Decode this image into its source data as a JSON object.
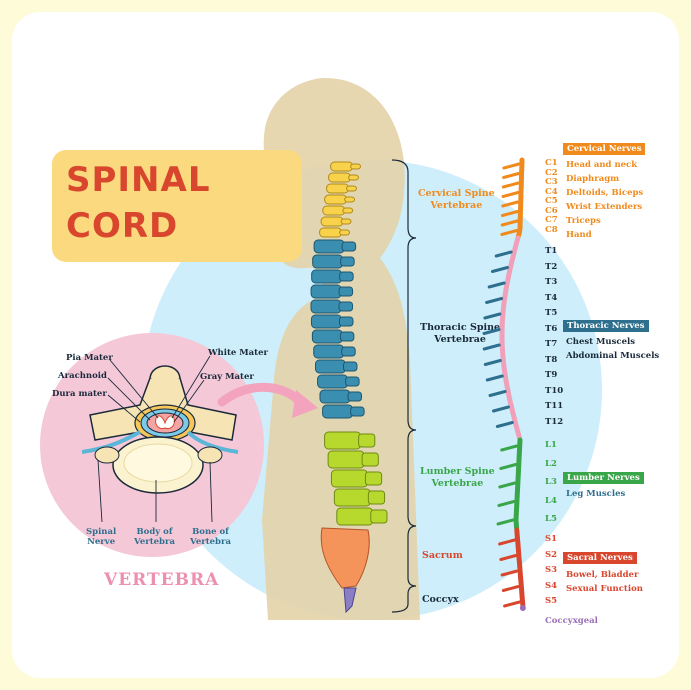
{
  "title": {
    "line1": "SPINAL",
    "line2": "CORD"
  },
  "vertebra": {
    "caption": "VERTEBRA",
    "labels": {
      "pia": "Pia Mater",
      "arachnoid": "Arachnoid",
      "dura": "Dura mater",
      "white": "White Mater",
      "gray": "Gray Mater",
      "spinal_nerve_1": "Spinal",
      "spinal_nerve_2": "Nerve",
      "body_1": "Body of",
      "body_2": "Vertebra",
      "bone_1": "Bone of",
      "bone_2": "Vertebra"
    }
  },
  "spine_regions": {
    "cervical_1": "Cervical Spine",
    "cervical_2": "Vertebrae",
    "thoracic_1": "Thoracic Spine",
    "thoracic_2": "Vertebrae",
    "lumbar_1": "Lumber Spine",
    "lumbar_2": "Vertebrae",
    "sacrum": "Sacrum",
    "coccyx": "Coccyx"
  },
  "nerves": {
    "cervical": {
      "header": "Cervical Nerves",
      "codes": [
        "C1",
        "C2",
        "C3",
        "C4",
        "C5",
        "C6",
        "C7",
        "C8"
      ],
      "functions": [
        "Head and neck",
        "Diaphragm",
        "Deltoids, Biceps",
        "Wrist Extenders",
        "Triceps",
        "Hand"
      ]
    },
    "thoracic": {
      "header": "Thoracic Nerves",
      "codes": [
        "T1",
        "T2",
        "T3",
        "T4",
        "T5",
        "T6",
        "T7",
        "T8",
        "T9",
        "T10",
        "T11",
        "T12"
      ],
      "functions": [
        "Chest Muscels",
        "Abdominal Muscels"
      ]
    },
    "lumbar": {
      "header": "Lumber Nerves",
      "codes": [
        "L1",
        "L2",
        "L3",
        "L4",
        "L5"
      ],
      "functions": [
        "Leg Muscles"
      ]
    },
    "sacral": {
      "header": "Sacral Nerves",
      "codes": [
        "S1",
        "S2",
        "S3",
        "S4",
        "S5"
      ],
      "functions": [
        "Bowel, Bladder",
        "Sexual Function"
      ]
    },
    "coccygeal": "Coccyxgeal"
  },
  "colors": {
    "cervical": "#f08a1c",
    "thoracic": "#2e6f8e",
    "lumbar": "#3aa64a",
    "sacral": "#d9462e",
    "coccygeal": "#9b6fb8",
    "title": "#d9462e",
    "title_box": "#fbd97e",
    "circle": "#cdeefa",
    "silhouette": "#e3d3a8",
    "vertebra_circle": "#f5c8d8"
  }
}
